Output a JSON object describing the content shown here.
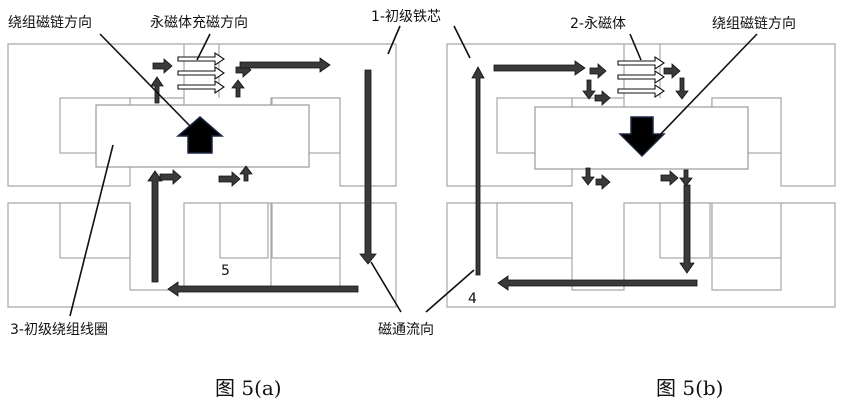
{
  "labels": {
    "winding_flux_dir_a": "绕组磁链方向",
    "pm_magnetize_dir": "永磁体充磁方向",
    "primary_core": "1-初级铁芯",
    "permanent_magnet": "2-永磁体",
    "winding_flux_dir_b": "绕组磁链方向",
    "primary_winding_coil": "3-初级绕组线圈",
    "flux_flow_dir": "磁通流向",
    "num5": "5",
    "num4": "4"
  },
  "captions": {
    "fig_a": "图 5(a)",
    "fig_b": "图 5(b)"
  }
}
